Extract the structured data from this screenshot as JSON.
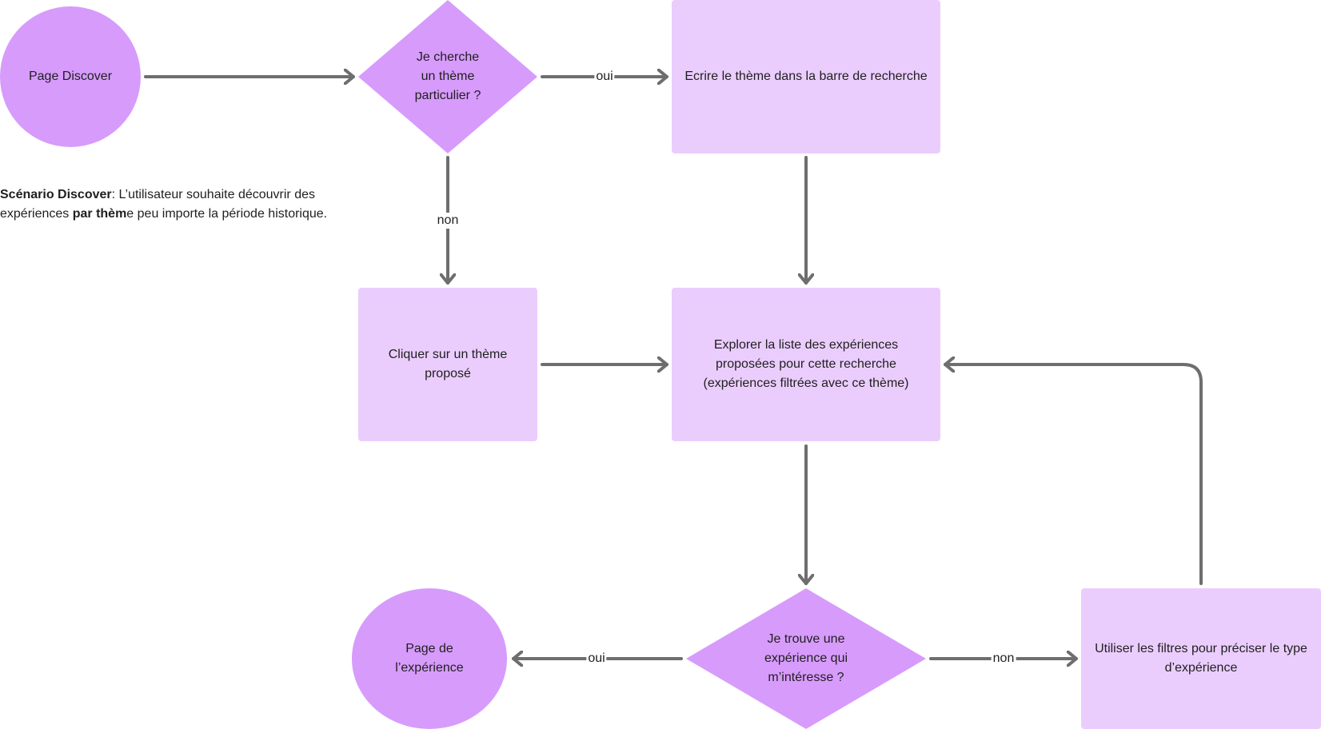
{
  "nodes": {
    "start": "Page Discover",
    "decision_theme": "Je cherche\nun thème\nparticulier ?",
    "search_bar": "Ecrire le thème dans la barre de recherche",
    "click_theme": "Cliquer sur un thème proposé",
    "explore_list": "Explorer la liste des expériences proposées pour cette recherche (expériences filtrées avec ce thème)",
    "decision_found": "Je trouve une\nexpérience qui\nm’intéresse ?",
    "experience_page": "Page de\nl’expérience",
    "use_filters": "Utiliser les filtres pour préciser le type d’expérience"
  },
  "edge_labels": {
    "theme_yes": "oui",
    "theme_no": "non",
    "found_yes": "oui",
    "found_no": "non"
  },
  "note": {
    "title": "Scénario Discover",
    "text_before": ": L’utilisateur souhaite découvrir des expériences ",
    "emphasis": "par thèm",
    "text_after": "e peu importe la période historique."
  },
  "colors": {
    "circle": "#d79bfc",
    "diamond": "#d79bfc",
    "rect": "#ebcdfd",
    "arrow": "#6e6e6e"
  }
}
